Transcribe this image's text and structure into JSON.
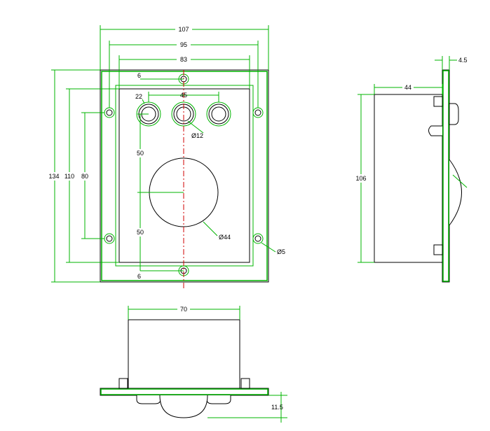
{
  "front_view": {
    "dims": {
      "width_107": "107",
      "width_95": "95",
      "width_83": "83",
      "width_45": "45",
      "hole_22": "22",
      "top_6": "6",
      "bottom_6": "6",
      "height_134": "134",
      "height_110": "110",
      "height_80": "80",
      "upper_50": "50",
      "lower_50": "50",
      "button_dia": "Ø12",
      "ball_dia": "Ø44",
      "mount_hole_dia": "Ø5"
    }
  },
  "side_view": {
    "dims": {
      "depth_44": "44",
      "panel_4_5": "4.5",
      "height_106": "106"
    }
  },
  "bottom_view": {
    "dims": {
      "width_70": "70",
      "protrusion_11_5": "11.5"
    }
  },
  "colors": {
    "dimension_green": "#00b400",
    "centerline_red": "#d00000",
    "outline": "#000000"
  }
}
